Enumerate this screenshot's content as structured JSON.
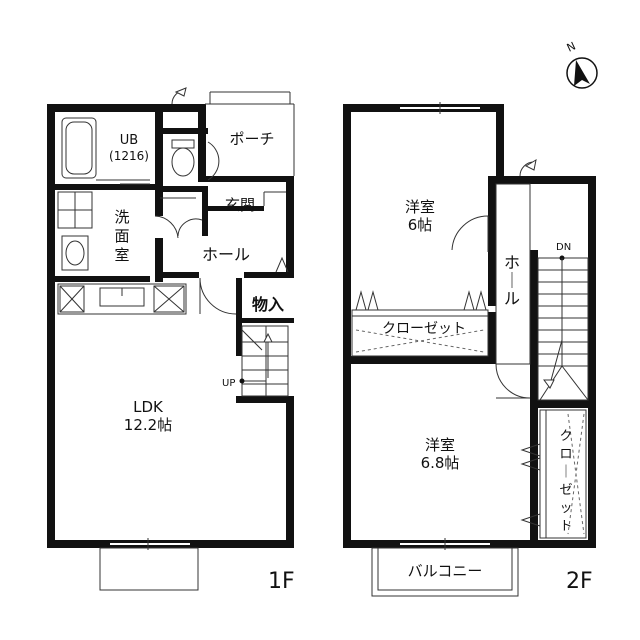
{
  "floors": {
    "first": "1F",
    "second": "2F"
  },
  "compass": {
    "north_label": "N",
    "icon": "north-arrow-icon"
  },
  "rooms_1f": {
    "ub": "UB",
    "ub_size": "(1216)",
    "porch": "ポーチ",
    "genkan": "玄関",
    "senmen_1": "洗",
    "senmen_2": "面",
    "senmen_3": "室",
    "hall": "ホール",
    "storage": "物入",
    "ldk": "LDK",
    "ldk_size": "12.2帖",
    "up": "UP"
  },
  "rooms_2f": {
    "west1": "洋室",
    "west1_size": "6帖",
    "closet1": "クローゼット",
    "hall_chars": [
      "ホ",
      "｜",
      "ル"
    ],
    "dn": "DN",
    "west2": "洋室",
    "west2_size": "6.8帖",
    "closet2_chars": [
      "ク",
      "ロ",
      "｜",
      "ゼ",
      "ッ",
      "ト"
    ],
    "balcony": "バルコニー"
  }
}
